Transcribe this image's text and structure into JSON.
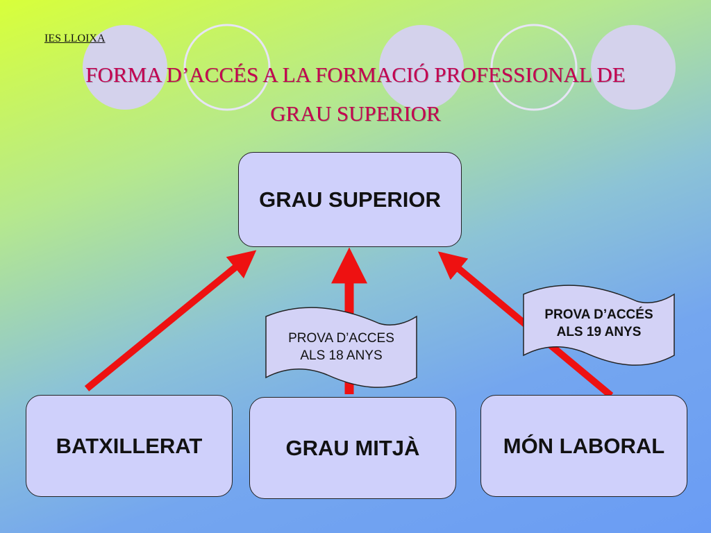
{
  "header": {
    "school": "IES LLOIXA",
    "title_line1": "FORMA D’ACCÉS  A LA FORMACIÓ PROFESSIONAL DE",
    "title_line2": "GRAU SUPERIOR"
  },
  "nodes": {
    "top": "GRAU SUPERIOR",
    "batxillerat": "BATXILLERAT",
    "grau_mitja": "GRAU MITJÀ",
    "mon_laboral": "MÓN LABORAL"
  },
  "banners": {
    "prova_18": {
      "line1": "PROVA D’ACCES",
      "line2": "ALS 18 ANYS"
    },
    "prova_19": {
      "line1": "PROVA D’ACCÉS",
      "line2": "ALS 19 ANYS"
    }
  },
  "colors": {
    "arrow": "#ee1111",
    "title": "#c40050",
    "box_fill": "#cfd0fb",
    "circle_fill": "#d4d2ec"
  }
}
